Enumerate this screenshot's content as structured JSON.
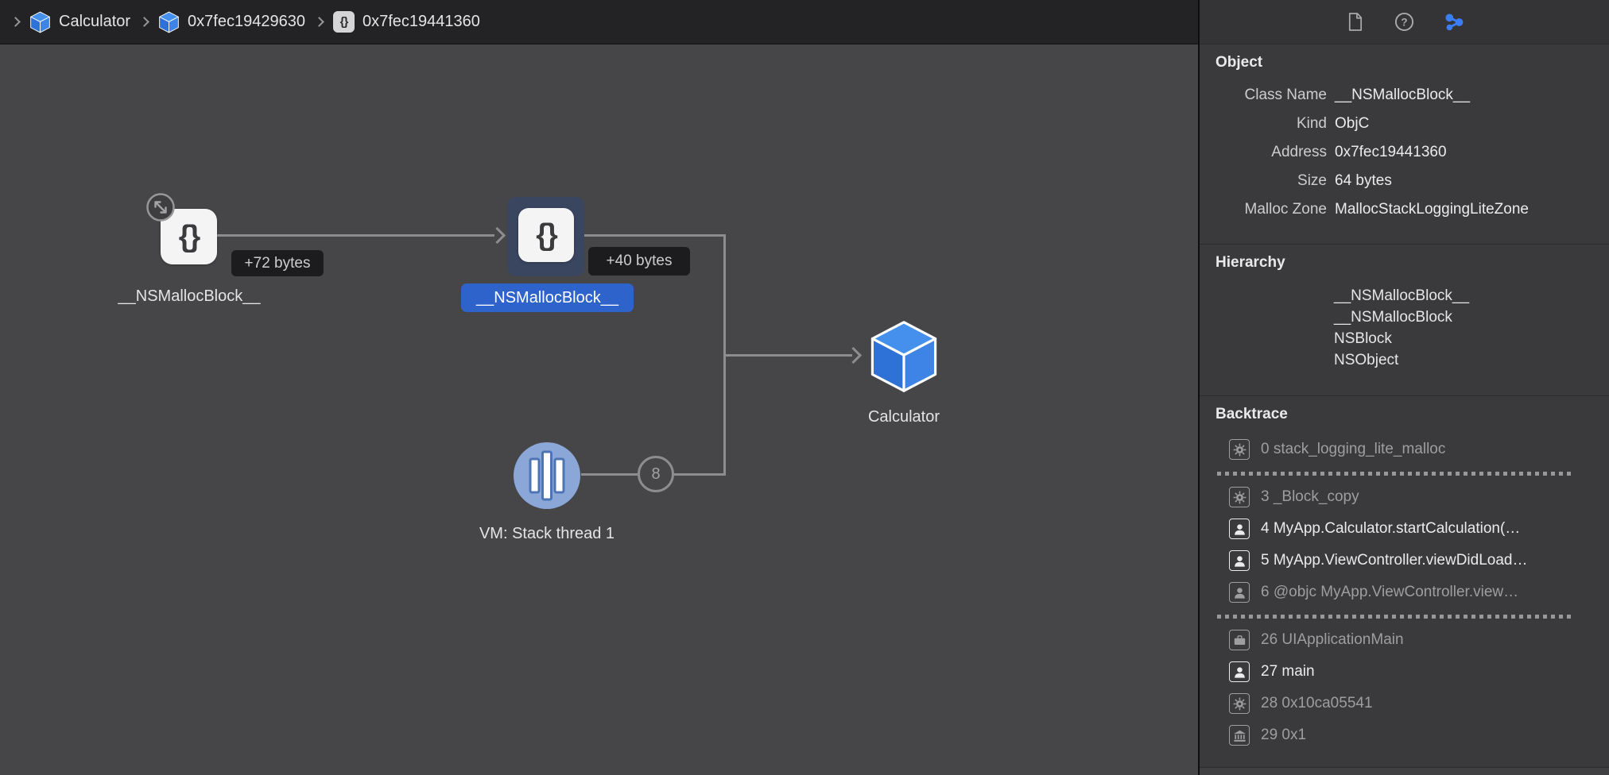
{
  "colors": {
    "canvas_bg": "#464648",
    "breadcrumb_bg": "#232325",
    "panel_bg": "#3a3a3c",
    "selection_blue": "#2e63cc",
    "node_halo": "#3a4660",
    "cube_blue_top": "#4490ec",
    "cube_blue_left": "#2e72d8",
    "cube_blue_right": "#3d84e6",
    "vm_circle_blue": "#8ba7d8",
    "edge_gray": "#8d8d8f",
    "memory_graph_icon_blue": "#3b7df5"
  },
  "breadcrumb": {
    "items": [
      {
        "label": "Calculator",
        "icon": "cube-icon"
      },
      {
        "label": "0x7fec19429630",
        "icon": "cube-icon"
      },
      {
        "label": "0x7fec19441360",
        "icon": "block-braces-icon",
        "badge_glyph": "{}"
      }
    ]
  },
  "inspector_toolbar": {
    "icons": [
      {
        "name": "file-inspector-icon"
      },
      {
        "name": "quick-help-inspector-icon",
        "glyph": "?"
      },
      {
        "name": "memory-graph-inspector-icon",
        "selected": true
      }
    ]
  },
  "canvas": {
    "nodes": {
      "malloc_block_left": {
        "label": "__NSMallocBlock__",
        "glyph": "{}"
      },
      "malloc_block_selected": {
        "label": "__NSMallocBlock__",
        "glyph": "{}",
        "selected": true
      },
      "calculator": {
        "label": "Calculator"
      },
      "vm_stack": {
        "label": "VM: Stack thread 1"
      }
    },
    "edge_badges": {
      "left_to_selected": "+72 bytes",
      "selected_to_calculator": "+40 bytes"
    },
    "reference_count": "8"
  },
  "inspector": {
    "object": {
      "title": "Object",
      "rows": [
        {
          "label": "Class Name",
          "value": "__NSMallocBlock__"
        },
        {
          "label": "Kind",
          "value": "ObjC"
        },
        {
          "label": "Address",
          "value": "0x7fec19441360"
        },
        {
          "label": "Size",
          "value": "64 bytes"
        },
        {
          "label": "Malloc Zone",
          "value": "MallocStackLoggingLiteZone"
        }
      ]
    },
    "hierarchy": {
      "title": "Hierarchy",
      "items": [
        "__NSMallocBlock__",
        "__NSMallocBlock",
        "NSBlock",
        "NSObject"
      ]
    },
    "backtrace": {
      "title": "Backtrace",
      "rows": [
        {
          "text": "0 stack_logging_lite_malloc",
          "icon": "gear-icon",
          "tone": "dim"
        },
        {
          "text": "3 _Block_copy",
          "icon": "gear-icon",
          "tone": "dim"
        },
        {
          "text": "4 MyApp.Calculator.startCalculation(…",
          "icon": "person-icon",
          "tone": "bright"
        },
        {
          "text": "5 MyApp.ViewController.viewDidLoad…",
          "icon": "person-icon",
          "tone": "bright"
        },
        {
          "text": "6 @objc MyApp.ViewController.view…",
          "icon": "person-icon",
          "tone": "dim"
        },
        {
          "text": "26 UIApplicationMain",
          "icon": "briefcase-icon",
          "tone": "dim"
        },
        {
          "text": "27 main",
          "icon": "person-icon",
          "tone": "bright"
        },
        {
          "text": "28 0x10ca05541",
          "icon": "gear-icon",
          "tone": "dim"
        },
        {
          "text": "29 0x1",
          "icon": "bank-icon",
          "tone": "dim"
        }
      ]
    }
  }
}
